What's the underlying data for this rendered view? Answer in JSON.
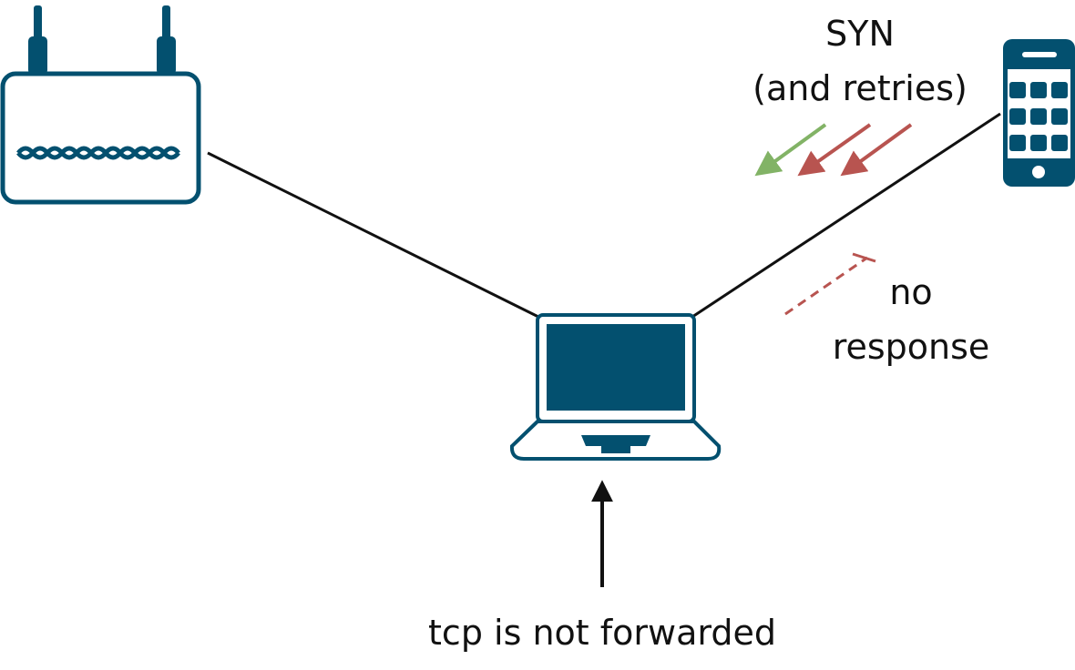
{
  "labels": {
    "syn_line1": "SYN",
    "syn_line2": "(and retries)",
    "no_response_line1": "no",
    "no_response_line2": "response",
    "tcp_note": "tcp is not forwarded"
  },
  "colors": {
    "device": "#03506f",
    "link": "#111111",
    "syn_ok": "#82b366",
    "syn_retry": "#b85450",
    "arrow": "#111111"
  },
  "icons": {
    "router": "router-icon",
    "laptop": "laptop-icon",
    "phone": "smartphone-icon"
  }
}
